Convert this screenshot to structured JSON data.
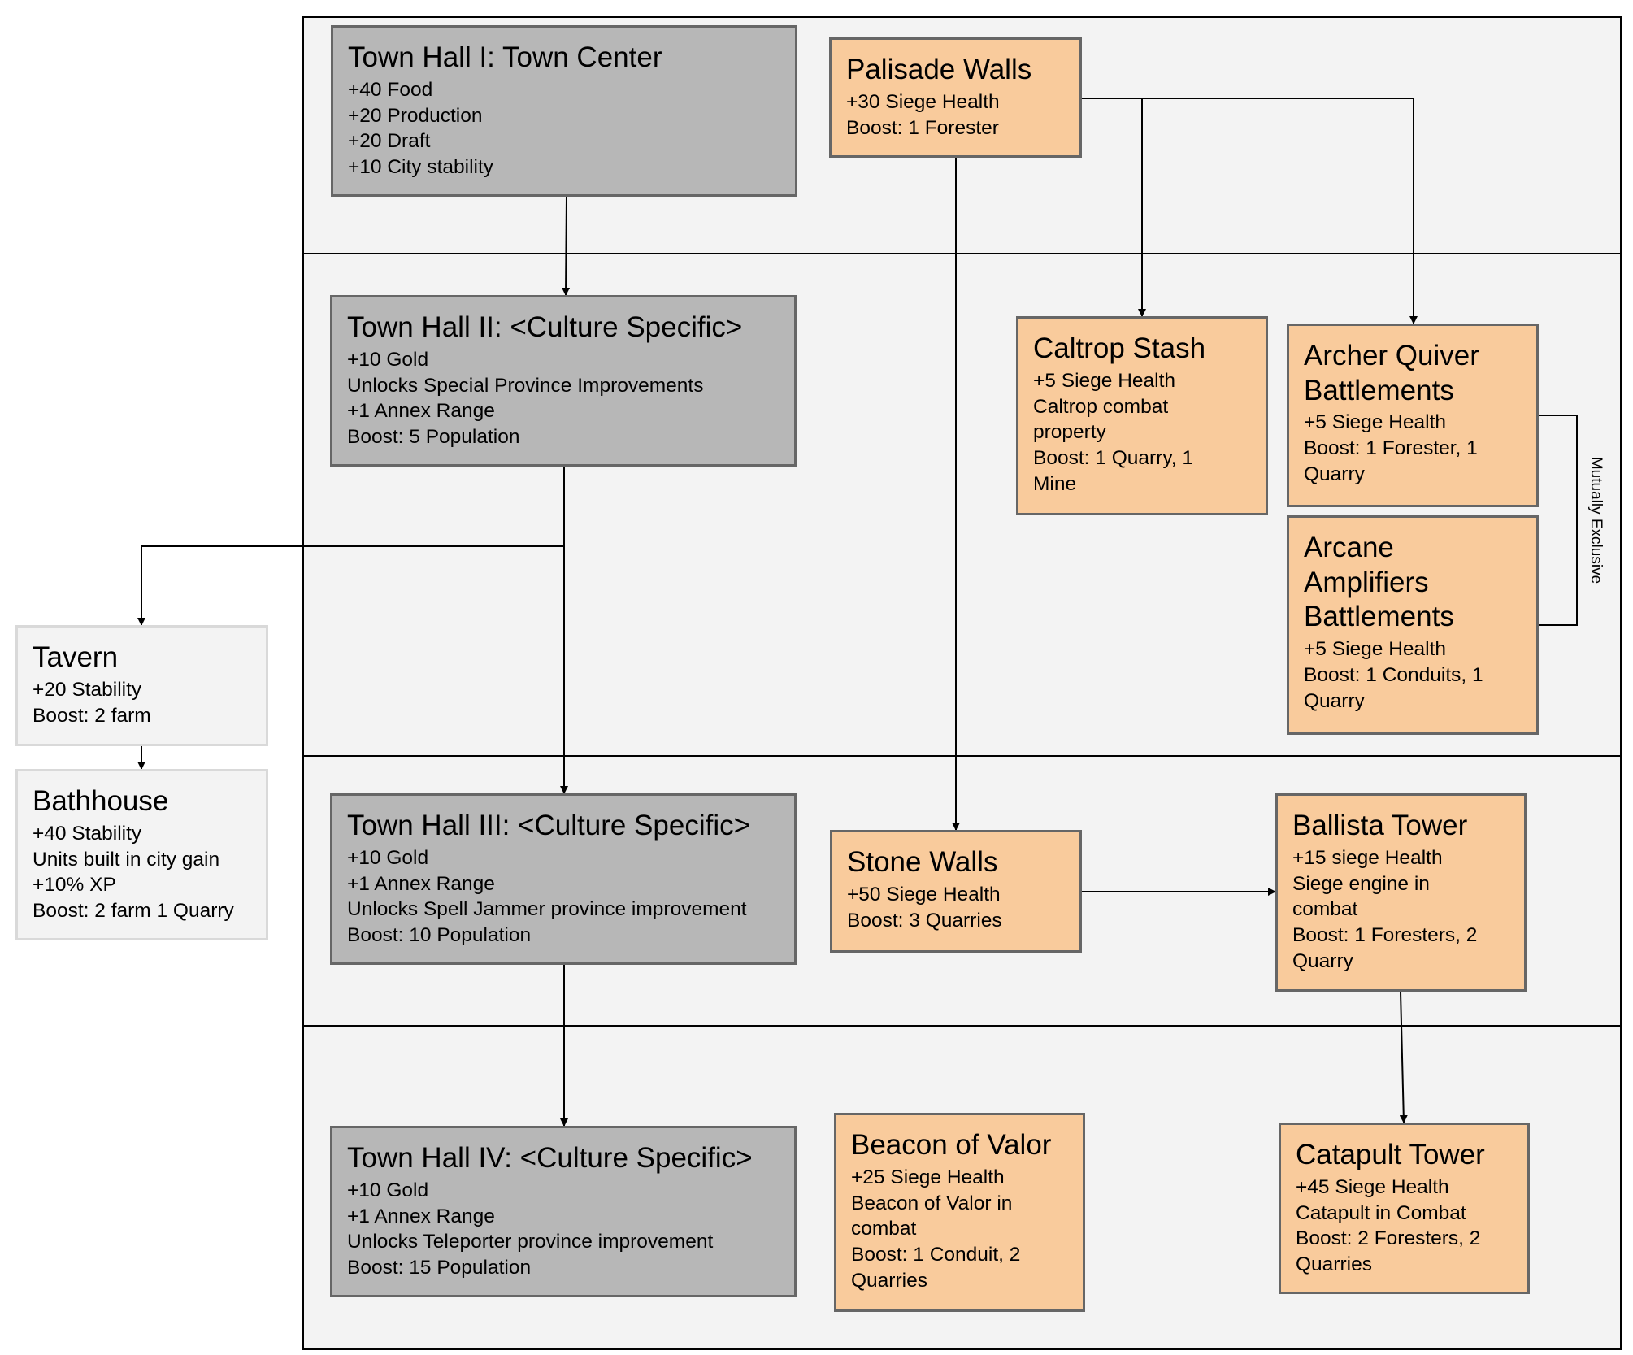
{
  "nodes": {
    "town_hall_1": {
      "title": "Town Hall I: Town Center",
      "lines": [
        "+40 Food",
        "+20 Production",
        "+20 Draft",
        "+10 City stability"
      ]
    },
    "palisade_walls": {
      "title": "Palisade Walls",
      "lines": [
        "+30 Siege Health",
        "Boost: 1 Forester"
      ]
    },
    "town_hall_2": {
      "title": "Town Hall II: <Culture Specific>",
      "lines": [
        "+10 Gold",
        "Unlocks Special Province Improvements",
        "+1 Annex Range",
        "Boost: 5 Population"
      ]
    },
    "caltrop_stash": {
      "title": "Caltrop Stash",
      "lines": [
        "+5 Siege Health",
        "Caltrop combat",
        "property",
        "Boost: 1 Quarry, 1",
        "Mine"
      ]
    },
    "archer_quiver": {
      "title_lines": [
        "Archer Quiver",
        "Battlements"
      ],
      "lines": [
        "+5 Siege Health",
        "Boost: 1 Forester, 1",
        "Quarry"
      ]
    },
    "arcane_amplifiers": {
      "title_lines": [
        "Arcane",
        "Amplifiers",
        "Battlements"
      ],
      "lines": [
        "+5 Siege Health",
        "Boost: 1 Conduits, 1",
        "Quarry"
      ]
    },
    "tavern": {
      "title": "Tavern",
      "lines": [
        "+20 Stability",
        "Boost: 2 farm"
      ]
    },
    "bathhouse": {
      "title": "Bathhouse",
      "lines": [
        "+40 Stability",
        "Units built in city gain",
        "+10% XP",
        "Boost: 2 farm 1 Quarry"
      ]
    },
    "town_hall_3": {
      "title": "Town Hall III: <Culture Specific>",
      "lines": [
        "+10 Gold",
        "+1 Annex Range",
        "Unlocks Spell Jammer province improvement",
        "Boost: 10 Population"
      ]
    },
    "stone_walls": {
      "title": "Stone Walls",
      "lines": [
        "+50 Siege Health",
        "Boost: 3 Quarries"
      ]
    },
    "ballista_tower": {
      "title": "Ballista Tower",
      "lines": [
        "+15 siege Health",
        "Siege engine in",
        "combat",
        "Boost: 1 Foresters, 2",
        "Quarry"
      ]
    },
    "town_hall_4": {
      "title": "Town Hall IV: <Culture Specific>",
      "lines": [
        "+10 Gold",
        "+1 Annex Range",
        "Unlocks Teleporter province improvement",
        "Boost: 15 Population"
      ]
    },
    "beacon_of_valor": {
      "title": "Beacon of Valor",
      "lines": [
        "+25 Siege Health",
        "Beacon of Valor in",
        "combat",
        "Boost: 1 Conduit, 2",
        "Quarries"
      ]
    },
    "catapult_tower": {
      "title": "Catapult Tower",
      "lines": [
        "+45 Siege Health",
        "Catapult in Combat",
        "Boost: 2 Foresters, 2",
        "Quarries"
      ]
    }
  },
  "mutually_exclusive_label": "Mutually Exclusive"
}
